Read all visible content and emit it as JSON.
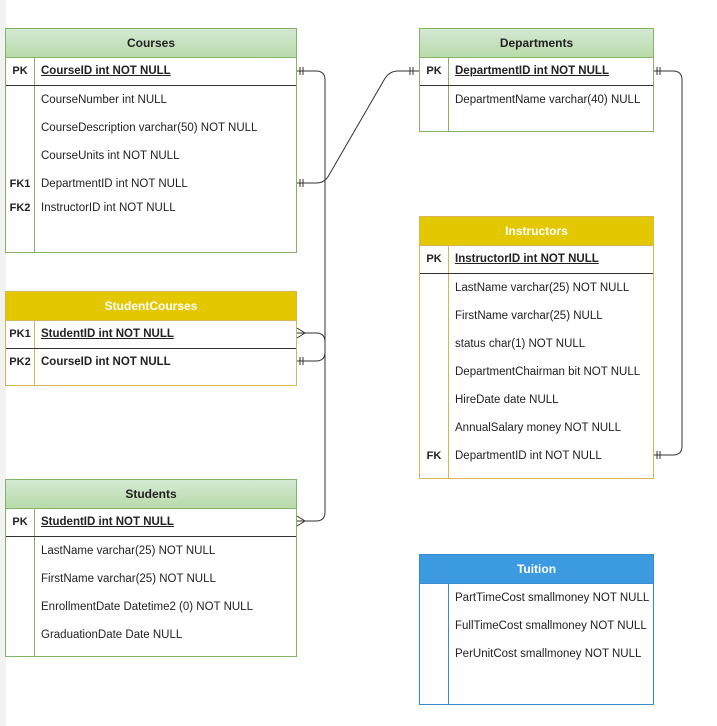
{
  "courses": {
    "title": "Courses",
    "pk_key": "PK",
    "pk_field": "CourseID int NOT NULL",
    "fields": [
      {
        "key": "",
        "text": "CourseNumber int NULL"
      },
      {
        "key": "",
        "text": "CourseDescription varchar(50) NOT NULL"
      },
      {
        "key": "",
        "text": "CourseUnits int NOT NULL"
      },
      {
        "key": "FK1",
        "text": "DepartmentID int NOT NULL"
      },
      {
        "key": "FK2",
        "text": "InstructorID int NOT NULL"
      }
    ]
  },
  "departments": {
    "title": "Departments",
    "pk_key": "PK",
    "pk_field": "DepartmentID int NOT NULL",
    "fields": [
      {
        "key": "",
        "text": "DepartmentName varchar(40) NULL"
      }
    ]
  },
  "student_courses": {
    "title": "StudentCourses",
    "pk1_key": "PK1",
    "pk1_field": "StudentID int NOT NULL",
    "pk2_key": "PK2",
    "pk2_field": "CourseID int NOT NULL"
  },
  "instructors": {
    "title": "Instructors",
    "pk_key": "PK",
    "pk_field": "InstructorID int NOT NULL",
    "fields": [
      {
        "key": "",
        "text": "LastName varchar(25) NOT NULL"
      },
      {
        "key": "",
        "text": "FirstName varchar(25) NULL"
      },
      {
        "key": "",
        "text": "status char(1) NOT NULL"
      },
      {
        "key": "",
        "text": "DepartmentChairman bit NOT NULL"
      },
      {
        "key": "",
        "text": "HireDate date NULL"
      },
      {
        "key": "",
        "text": "AnnualSalary money NOT NULL"
      },
      {
        "key": "FK",
        "text": "DepartmentID int NOT NULL"
      }
    ]
  },
  "students": {
    "title": "Students",
    "pk_key": "PK",
    "pk_field": "StudentID int NOT NULL",
    "fields": [
      {
        "key": "",
        "text": "LastName varchar(25) NOT NULL"
      },
      {
        "key": "",
        "text": "FirstName varchar(25) NOT NULL"
      },
      {
        "key": "",
        "text": "EnrollmentDate Datetime2 (0) NOT NULL"
      },
      {
        "key": "",
        "text": "GraduationDate Date NULL"
      }
    ]
  },
  "tuition": {
    "title": "Tuition",
    "fields": [
      {
        "key": "",
        "text": "PartTimeCost smallmoney NOT NULL"
      },
      {
        "key": "",
        "text": "FullTimeCost smallmoney NOT NULL"
      },
      {
        "key": "",
        "text": "PerUnitCost smallmoney NOT NULL"
      }
    ]
  },
  "colors": {
    "green_border": "#82b366",
    "green_fill": "#d5e8d4",
    "yellow_fill": "#e3c800",
    "blue_fill": "#3c9ae0",
    "connector": "#333333"
  }
}
